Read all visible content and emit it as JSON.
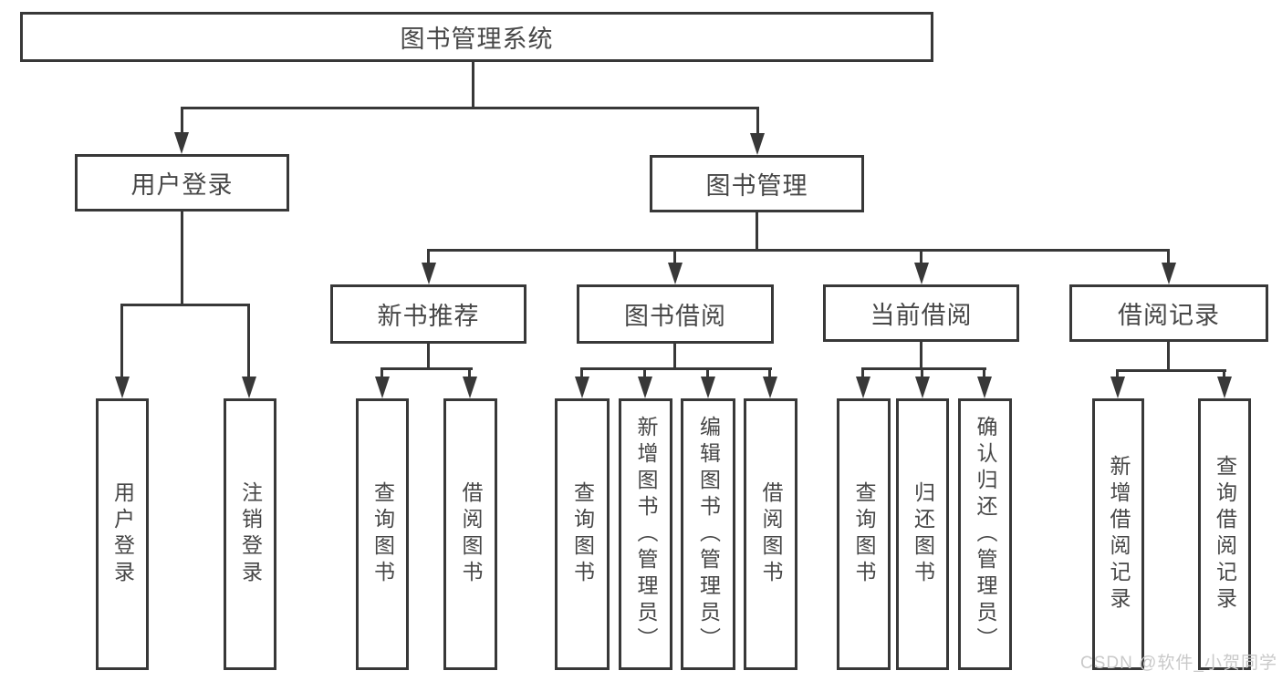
{
  "diagram": {
    "type": "hierarchy-tree",
    "title": "图书管理系统",
    "hierarchy": {
      "图书管理系统": {
        "用户登录": [
          "用户登录",
          "注销登录"
        ],
        "图书管理": {
          "新书推荐": [
            "查询图书",
            "借阅图书"
          ],
          "图书借阅": [
            "查询图书",
            "新增图书（管理员）",
            "编辑图书（管理员）",
            "借阅图书"
          ],
          "当前借阅": [
            "查询图书",
            "归还图书",
            "确认归还（管理员）"
          ],
          "借阅记录": [
            "新增借阅记录",
            "查询借阅记录"
          ]
        }
      }
    }
  },
  "nodes": {
    "root": {
      "label": "图书管理系统"
    },
    "user_login": {
      "label": "用户登录"
    },
    "book_mgmt": {
      "label": "图书管理"
    },
    "new_book_rec": {
      "label": "新书推荐"
    },
    "book_borrow": {
      "label": "图书借阅"
    },
    "current_borrow": {
      "label": "当前借阅"
    },
    "borrow_records": {
      "label": "借阅记录"
    },
    "ul_login": {
      "label": "用户登录"
    },
    "ul_logout": {
      "label": "注销登录"
    },
    "nbr_query": {
      "label": "查询图书"
    },
    "nbr_borrow": {
      "label": "借阅图书"
    },
    "bb_query": {
      "label": "查询图书"
    },
    "bb_add": {
      "label": "新增图书（管理员）"
    },
    "bb_edit": {
      "label": "编辑图书（管理员）"
    },
    "bb_borrow": {
      "label": "借阅图书"
    },
    "cb_query": {
      "label": "查询图书"
    },
    "cb_return": {
      "label": "归还图书"
    },
    "cb_confirm": {
      "label": "确认归还（管理员）"
    },
    "br_add": {
      "label": "新增借阅记录"
    },
    "br_query": {
      "label": "查询借阅记录"
    }
  },
  "watermark": {
    "text": "CSDN @软件_小贺同学"
  },
  "colors": {
    "background": "#ffffff",
    "line": "#383838",
    "text": "#474747",
    "watermark": "#c9c9c9"
  }
}
